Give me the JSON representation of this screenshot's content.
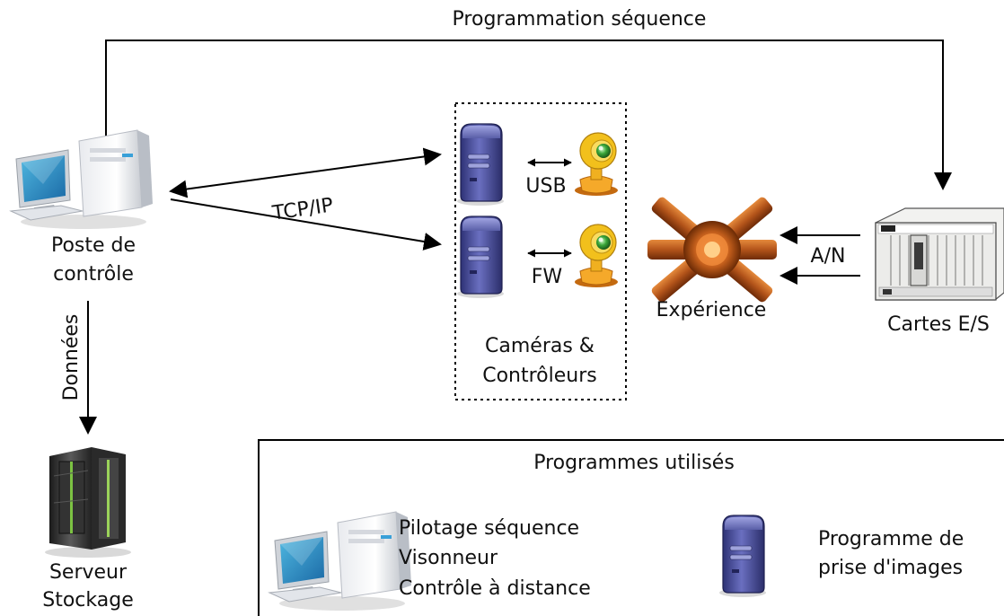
{
  "top_arrow_label": "Programmation séquence",
  "nodes": {
    "control": {
      "line1": "Poste de",
      "line2": "contrôle"
    },
    "storage": {
      "line1": "Serveur",
      "line2": "Stockage"
    },
    "cameras": {
      "line1": "Caméras &",
      "line2": "Contrôleurs"
    },
    "experiment": {
      "label": "Expérience"
    },
    "io_cards": {
      "label": "Cartes E/S"
    }
  },
  "links": {
    "network": "TCP/IP",
    "data": "Données",
    "usb": "USB",
    "firewire": "FW",
    "analog_digital": "A/N"
  },
  "programs_box": {
    "title": "Programmes utilisés",
    "workstation_programs": [
      "Pilotage séquence",
      "Visonneur",
      "Contrôle à distance"
    ],
    "server_program": {
      "line1": "Programme de",
      "line2": "prise d'images"
    }
  },
  "icons": [
    "workstation-icon",
    "server-icon",
    "webcam-icon",
    "rack-server-icon",
    "experiment-chamber-icon",
    "io-chassis-icon"
  ],
  "colors": {
    "line": "#000000",
    "server_blue": "#4b4f9c",
    "webcam_yellow": "#f2c01c",
    "copper": "#b3541a"
  }
}
